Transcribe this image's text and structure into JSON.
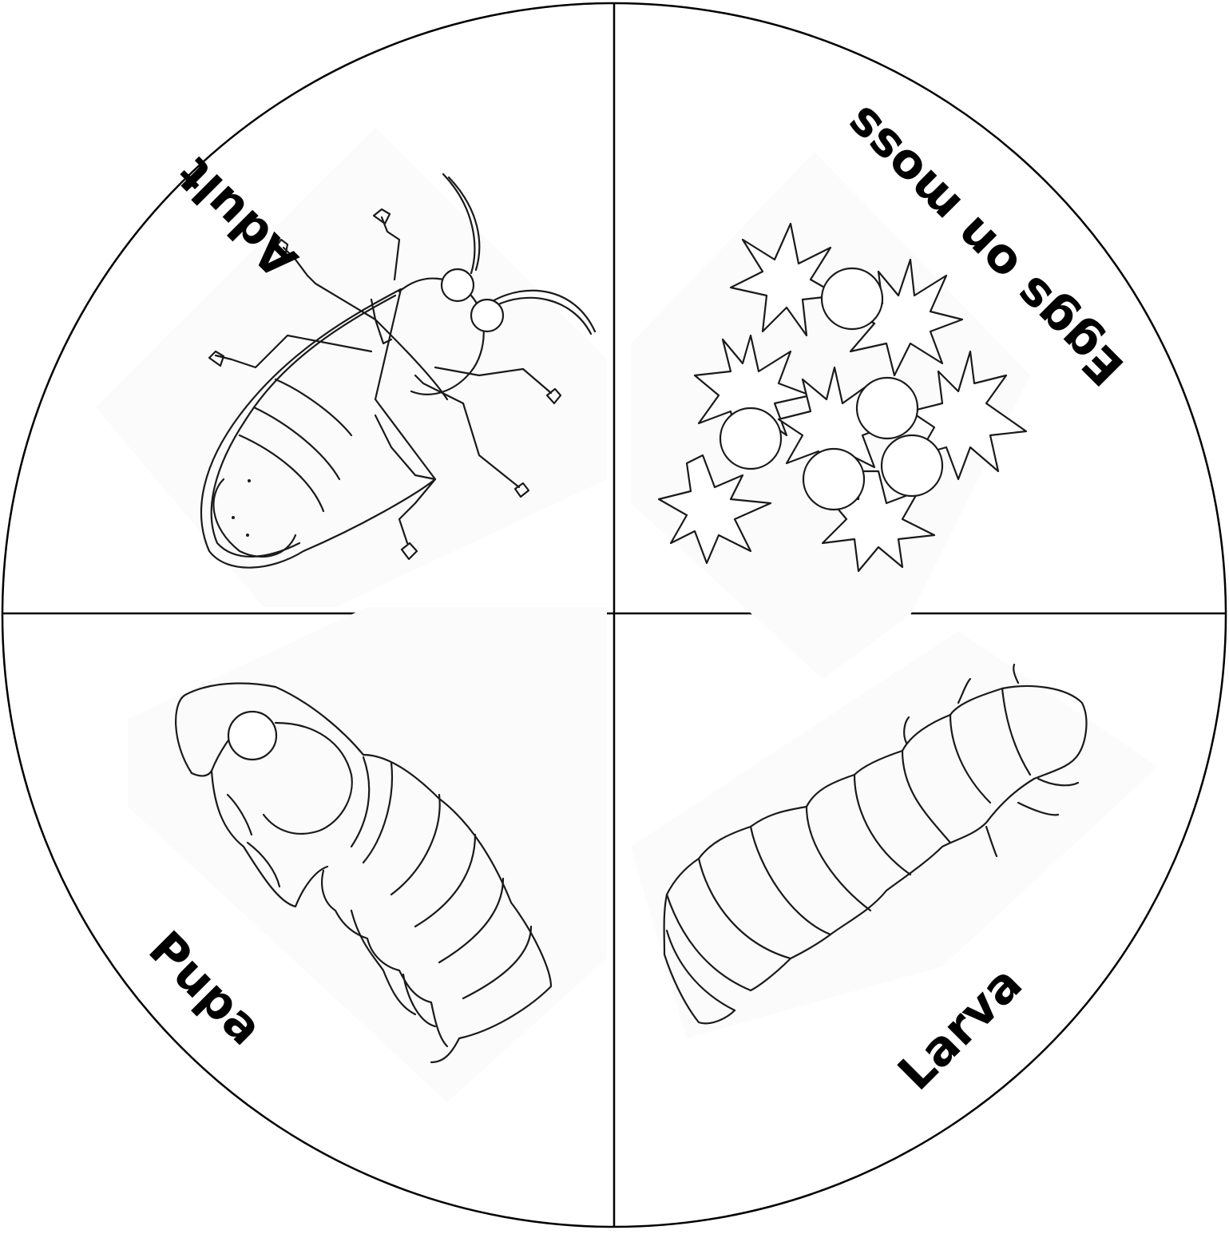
{
  "labels": {
    "adult": "Adult",
    "eggs": "Eggs on moss",
    "larva": "Larva",
    "pupa": "Pupa"
  },
  "colors": {
    "line": "#000000",
    "background": "#ffffff"
  }
}
